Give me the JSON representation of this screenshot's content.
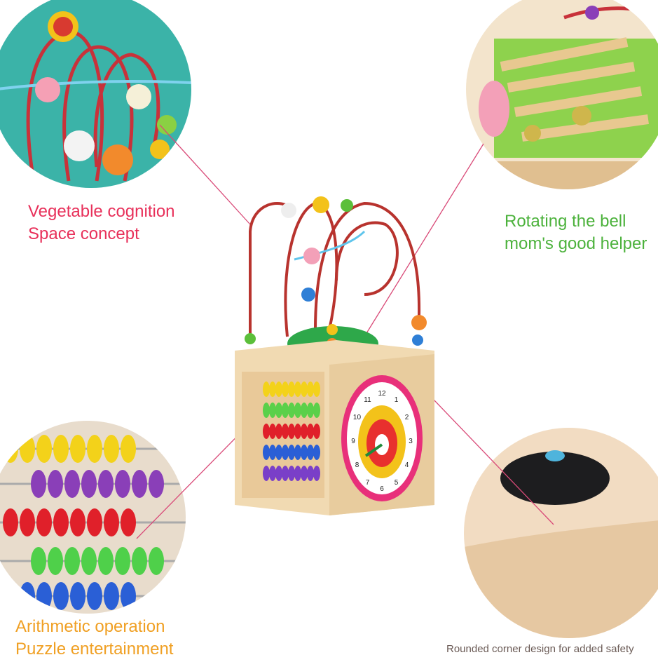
{
  "captions": {
    "top_left": [
      "Vegetable cognition",
      "Space concept"
    ],
    "top_right": [
      "Rotating the bell",
      "mom's good helper"
    ],
    "bottom_left": [
      "Arithmetic operation",
      "Puzzle entertainment"
    ],
    "bottom_right": "Rounded corner design for added safety"
  },
  "clock_numbers": [
    "12",
    "1",
    "2",
    "3",
    "4",
    "5",
    "6",
    "7",
    "8",
    "9",
    "10",
    "11"
  ],
  "colors": {
    "pink": "#e8305a",
    "green": "#4cb23c",
    "orange": "#f0a024",
    "gray": "#6a5a55",
    "wood": "#ecd2a8",
    "teal": "#35b2a7"
  }
}
